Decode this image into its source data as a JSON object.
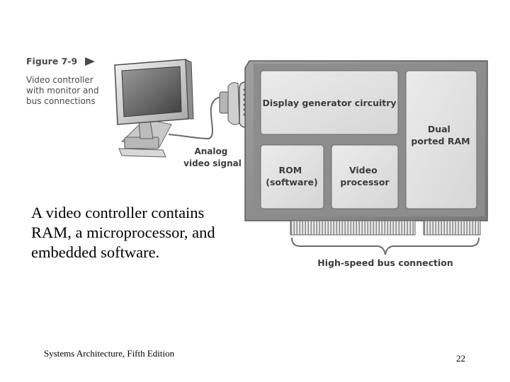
{
  "figure": {
    "label": "Figure 7-9",
    "caption_lines": [
      "Video controller",
      "with monitor and",
      "bus connections"
    ]
  },
  "diagram": {
    "signal_label_lines": [
      "Analog",
      "video signal"
    ],
    "blocks": {
      "display_generator": "Display generator circuitry",
      "dual_ram_lines": [
        "Dual",
        "ported RAM"
      ],
      "rom_lines": [
        "ROM",
        "(software)"
      ],
      "video_processor_lines": [
        "Video",
        "processor"
      ]
    },
    "bus_label": "High-speed bus connection"
  },
  "body_text": "A video controller contains RAM, a microprocessor, and embedded software.",
  "footer": {
    "title": "Systems Architecture, Fifth Edition",
    "page_number": "22"
  },
  "colors": {
    "card_frame": "#8c8c8c",
    "card_block": "#e3e3e3",
    "label_text": "#3c3c3c"
  }
}
